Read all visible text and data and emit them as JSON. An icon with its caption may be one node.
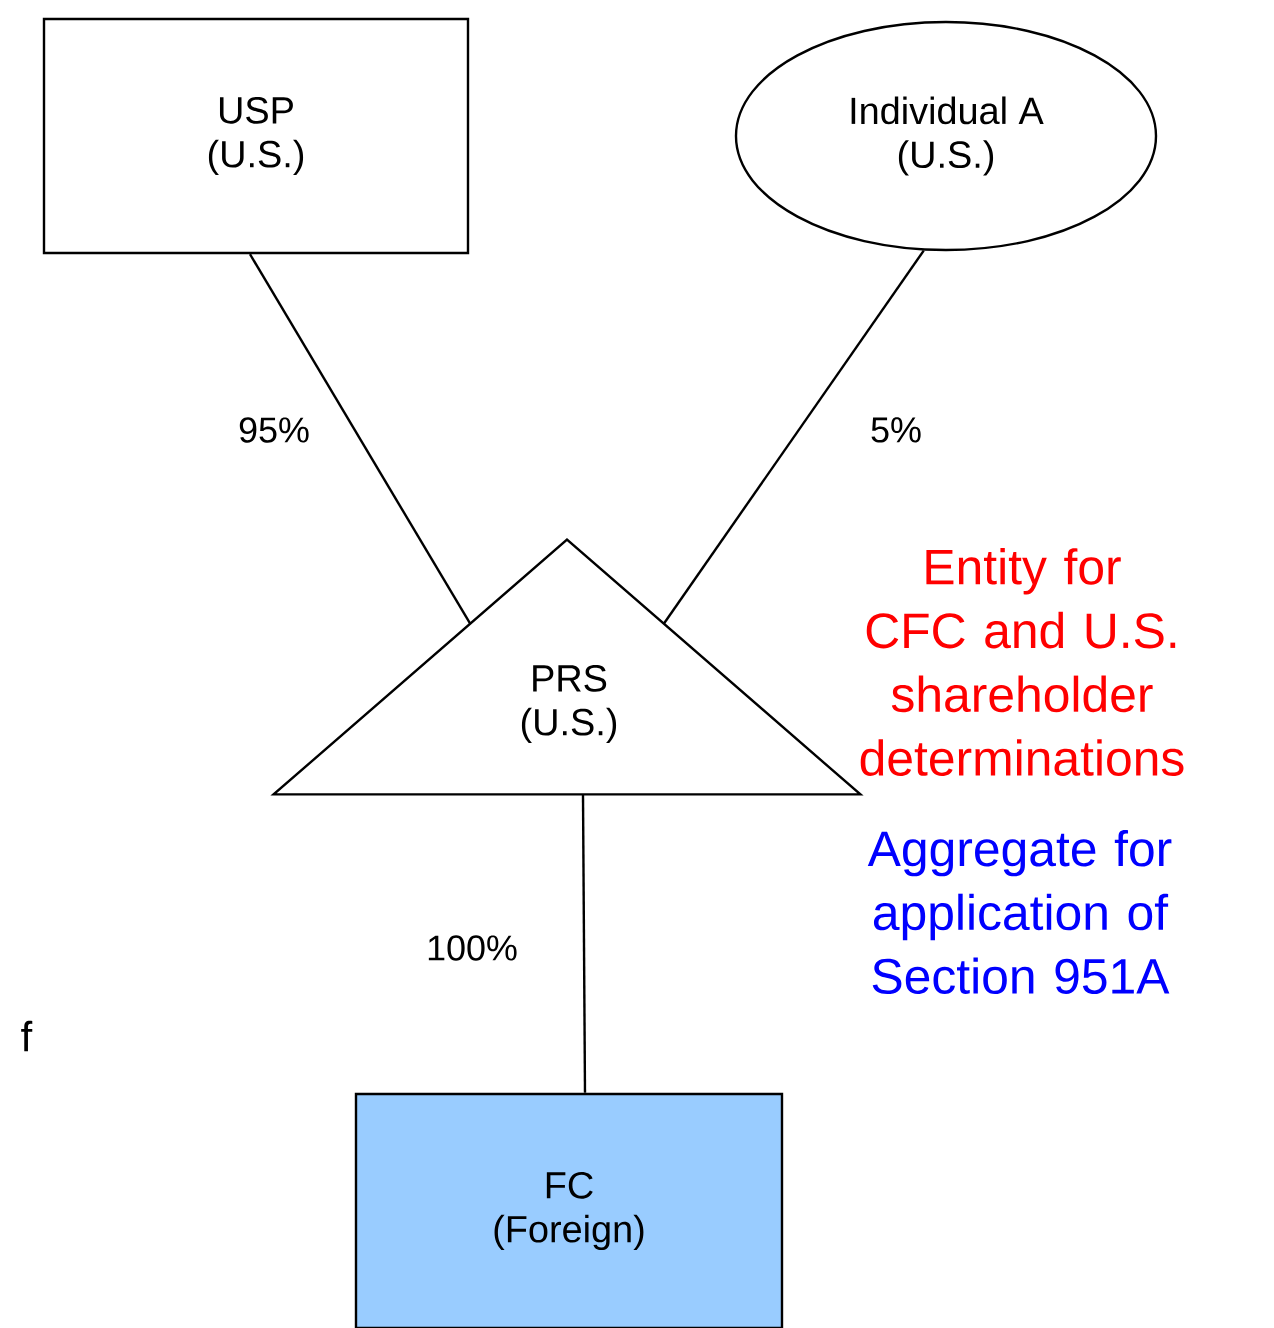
{
  "diagram": {
    "nodes": [
      {
        "text": [
          "USP",
          "(U.S.)"
        ]
      },
      {
        "text": [
          "Individual A",
          "(U.S.)"
        ]
      },
      {
        "text": [
          "PRS",
          "(U.S.)"
        ]
      },
      {
        "text": [
          "FC",
          "(Foreign)"
        ]
      }
    ],
    "edges": [
      {
        "from": 0,
        "to": 2,
        "arrow": "none",
        "label": "95%"
      },
      {
        "from": 1,
        "to": 2,
        "arrow": "none",
        "label": "5%"
      },
      {
        "from": 2,
        "to": 3,
        "arrow": "none",
        "label": "100%"
      }
    ],
    "labels": [
      "Entity for CFC and U.S. shareholder determinations",
      "Aggregate for application of Section 951A",
      "f"
    ]
  }
}
